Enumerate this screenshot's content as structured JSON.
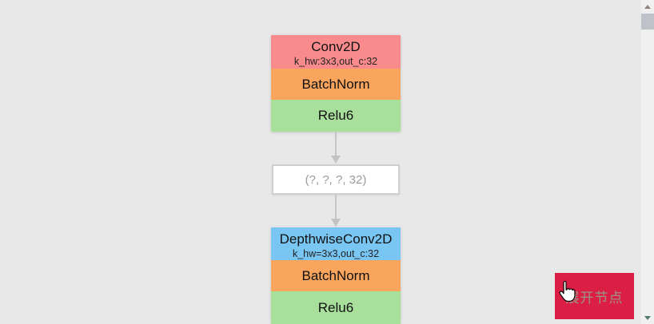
{
  "canvas": {
    "background_color": "#e8e8e8"
  },
  "graph": {
    "nodes": [
      {
        "title": "Conv2D",
        "subtitle": "k_hw:3x3,out_c:32",
        "header_color": "#f98b8c",
        "sections": [
          {
            "label": "BatchNorm",
            "color": "#f9a55e"
          },
          {
            "label": "Relu6",
            "color": "#a8df9b"
          }
        ]
      },
      {
        "title": "DepthwiseConv2D",
        "subtitle": "k_hw=3x3,out_c:32",
        "header_color": "#79c6f3",
        "sections": [
          {
            "label": "BatchNorm",
            "color": "#f9a55e"
          },
          {
            "label": "Relu6",
            "color": "#a8df9b"
          }
        ]
      }
    ],
    "tensor_shape_label": "(?, ?, ?, 32)",
    "edge_color": "#c5c5c5",
    "shape_box": {
      "border_color": "#cfcfcf",
      "text_color": "#9b9b9b"
    }
  },
  "expand_button": {
    "label": "展开节点",
    "background_color": "#db1f44",
    "text_color": "#9c9489"
  },
  "icons": {
    "cursor": "hand-pointer-icon",
    "scroll_up": "triangle-up-icon",
    "scroll_down": "triangle-down-icon"
  },
  "scrollbar": {
    "track_color": "#f0f0f0",
    "thumb_color": "#bfc3c9"
  }
}
